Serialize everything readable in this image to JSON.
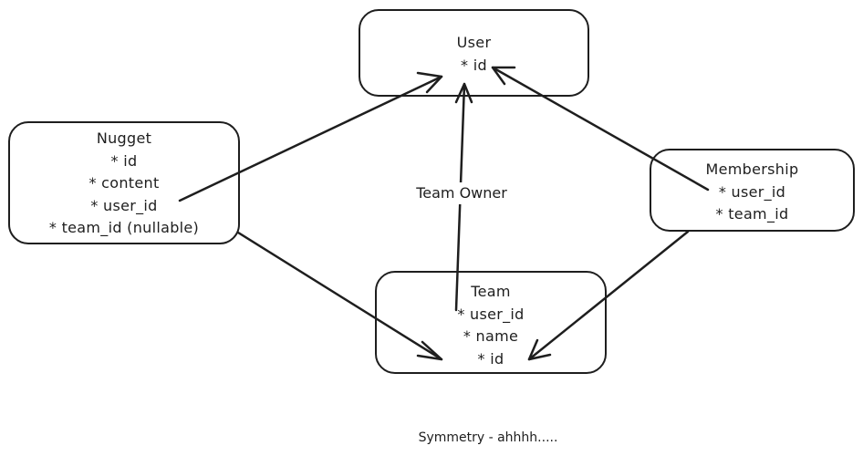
{
  "diagram": {
    "entities": {
      "user": {
        "title": "User",
        "fields": [
          "* id"
        ]
      },
      "nugget": {
        "title": "Nugget",
        "fields": [
          "* id",
          "* content",
          "* user_id",
          "* team_id (nullable)"
        ]
      },
      "membership": {
        "title": "Membership",
        "fields": [
          "* user_id",
          "* team_id"
        ]
      },
      "team": {
        "title": "Team",
        "fields": [
          "* user_id",
          "* name",
          "* id"
        ]
      }
    },
    "relationships": [
      {
        "from": "Nugget.user_id",
        "to": "User.id",
        "label": ""
      },
      {
        "from": "Nugget.team_id",
        "to": "Team.id",
        "label": ""
      },
      {
        "from": "Team.user_id",
        "to": "User.id",
        "label": "Team Owner"
      },
      {
        "from": "Membership.user_id",
        "to": "User.id",
        "label": ""
      },
      {
        "from": "Membership.team_id",
        "to": "Team.id",
        "label": ""
      }
    ],
    "caption": "Symmetry - ahhhh.....",
    "colors": {
      "stroke": "#1e1e1e",
      "background": "#ffffff"
    }
  }
}
